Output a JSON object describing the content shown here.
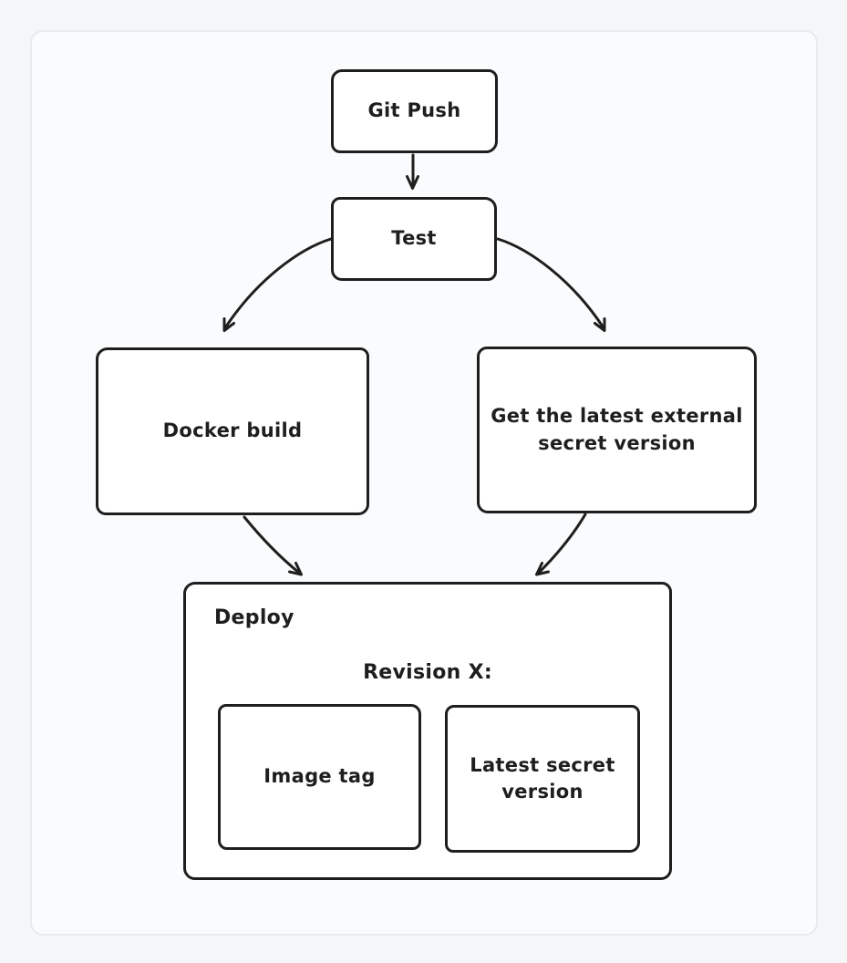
{
  "canvas": {
    "outer_background": "#f5f6f8",
    "frame_background": "#fafbfc",
    "frame_border_color": "#e8eaee"
  },
  "style": {
    "stroke_color": "#1e1e1e",
    "node_fill": "#ffffff"
  },
  "nodes": {
    "git_push": {
      "label": "Git Push"
    },
    "test": {
      "label": "Test"
    },
    "docker_build": {
      "label": "Docker build"
    },
    "get_secret": {
      "label": "Get the latest external secret version"
    },
    "deploy": {
      "label": "Deploy"
    },
    "revision": {
      "label": "Revision X:"
    },
    "image_tag": {
      "label": "Image tag"
    },
    "latest_secret": {
      "label": "Latest secret version"
    }
  },
  "edges": [
    {
      "from": "git_push",
      "to": "test",
      "shape": "straight-arrow"
    },
    {
      "from": "test",
      "to": "docker_build",
      "shape": "curved-arrow"
    },
    {
      "from": "test",
      "to": "get_secret",
      "shape": "curved-arrow"
    },
    {
      "from": "docker_build",
      "to": "deploy",
      "shape": "curved-arrow"
    },
    {
      "from": "get_secret",
      "to": "deploy",
      "shape": "curved-arrow"
    }
  ]
}
